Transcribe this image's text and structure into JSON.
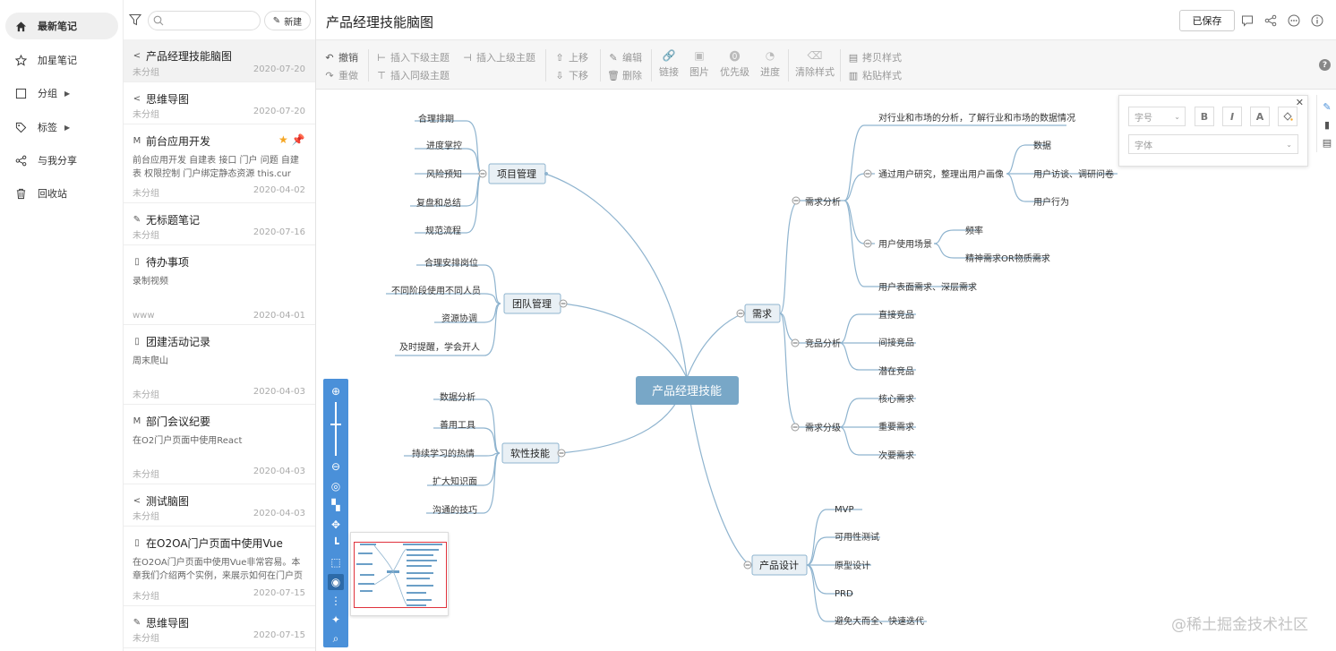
{
  "nav": {
    "items": [
      {
        "label": "最新笔记",
        "icon": "home-icon"
      },
      {
        "label": "加星笔记",
        "icon": "star-icon"
      },
      {
        "label": "分组",
        "icon": "folder-icon"
      },
      {
        "label": "标签",
        "icon": "tag-icon"
      },
      {
        "label": "与我分享",
        "icon": "share-icon"
      },
      {
        "label": "回收站",
        "icon": "trash-icon"
      }
    ]
  },
  "list": {
    "search_placeholder": "",
    "new_label": "新建",
    "notes": [
      {
        "title": "产品经理技能脑图",
        "type": "mindmap",
        "snippet": "",
        "group": "未分组",
        "date": "2020-07-20"
      },
      {
        "title": "思维导图",
        "type": "mindmap",
        "snippet": "",
        "group": "未分组",
        "date": "2020-07-20"
      },
      {
        "title": "前台应用开发",
        "type": "markdown",
        "snippet": "前台应用开发 自建表 接口 门户 问题 自建表 权限控制 门户绑定静态资源 this.cur",
        "group": "未分组",
        "date": "2020-04-02"
      },
      {
        "title": "无标题笔记",
        "type": "edit",
        "snippet": "",
        "group": "未分组",
        "date": "2020-07-16"
      },
      {
        "title": "待办事项",
        "type": "doc",
        "snippet": "录制视频",
        "group": "www",
        "date": "2020-04-01"
      },
      {
        "title": "团建活动记录",
        "type": "doc",
        "snippet": "周末爬山",
        "group": "未分组",
        "date": "2020-04-03"
      },
      {
        "title": "部门会议纪要",
        "type": "markdown",
        "snippet": "在O2门户页面中使用React",
        "group": "未分组",
        "date": "2020-04-03"
      },
      {
        "title": "测试脑图",
        "type": "mindmap",
        "snippet": "",
        "group": "未分组",
        "date": "2020-04-03"
      },
      {
        "title": "在O2OA门户页面中使用Vue",
        "type": "doc",
        "snippet": "在O2OA门户页面中使用Vue非常容易。本章我们介绍两个实例，来展示如何在门户页面中",
        "group": "未分组",
        "date": "2020-07-15"
      },
      {
        "title": "思维导图",
        "type": "edit",
        "snippet": "",
        "group": "未分组",
        "date": "2020-07-15"
      }
    ]
  },
  "header": {
    "title": "产品经理技能脑图",
    "saved_label": "已保存"
  },
  "toolbar": {
    "undo": "撤销",
    "redo": "重做",
    "insert_child": "插入下级主题",
    "insert_parent": "插入上级主题",
    "insert_sibling": "插入同级主题",
    "move_up": "上移",
    "move_down": "下移",
    "edit": "编辑",
    "delete": "删除",
    "link": "链接",
    "image": "图片",
    "priority": "优先级",
    "progress": "进度",
    "clear_style": "清除样式",
    "copy_style": "拷贝样式",
    "paste_style": "粘贴样式"
  },
  "format_panel": {
    "font_size_placeholder": "字号",
    "font_family_placeholder": "字体",
    "bold": "B",
    "italic": "I",
    "font_color": "A"
  },
  "mindmap": {
    "root": "产品经理技能",
    "project_mgmt": {
      "label": "项目管理",
      "children": [
        "合理排期",
        "进度掌控",
        "风险预知",
        "复盘和总结",
        "规范流程"
      ]
    },
    "team_mgmt": {
      "label": "团队管理",
      "children": [
        "合理安排岗位",
        "不同阶段使用不同人员",
        "资源协调",
        "及时提醒，学会开人"
      ]
    },
    "soft_skills": {
      "label": "软性技能",
      "children": [
        "数据分析",
        "善用工具",
        "持续学习的热情",
        "扩大知识面",
        "沟通的技巧"
      ]
    },
    "requirements": {
      "label": "需求",
      "analysis": {
        "label": "需求分析",
        "market": "对行业和市场的分析，了解行业和市场的数据情况",
        "persona": {
          "label": "通过用户研究，整理出用户画像",
          "children": [
            "数据",
            "用户访谈、调研问卷",
            "用户行为"
          ]
        },
        "scenario": {
          "label": "用户使用场景",
          "children": [
            "频率",
            "精神需求OR物质需求"
          ]
        },
        "surface": "用户表面需求、深层需求"
      },
      "competitor": {
        "label": "竞品分析",
        "children": [
          "直接竞品",
          "间接竞品",
          "潜在竞品"
        ]
      },
      "grading": {
        "label": "需求分级",
        "children": [
          "核心需求",
          "重要需求",
          "次要需求"
        ]
      }
    },
    "product_design": {
      "label": "产品设计",
      "children": [
        "MVP",
        "可用性测试",
        "原型设计",
        "PRD",
        "避免大而全、快速迭代"
      ]
    }
  },
  "watermark": "@稀土掘金技术社区",
  "colors": {
    "accent": "#4a90d9",
    "root_fill": "#78a7c7",
    "line": "#8fb4cf",
    "node_fill": "#e9f0f5"
  }
}
